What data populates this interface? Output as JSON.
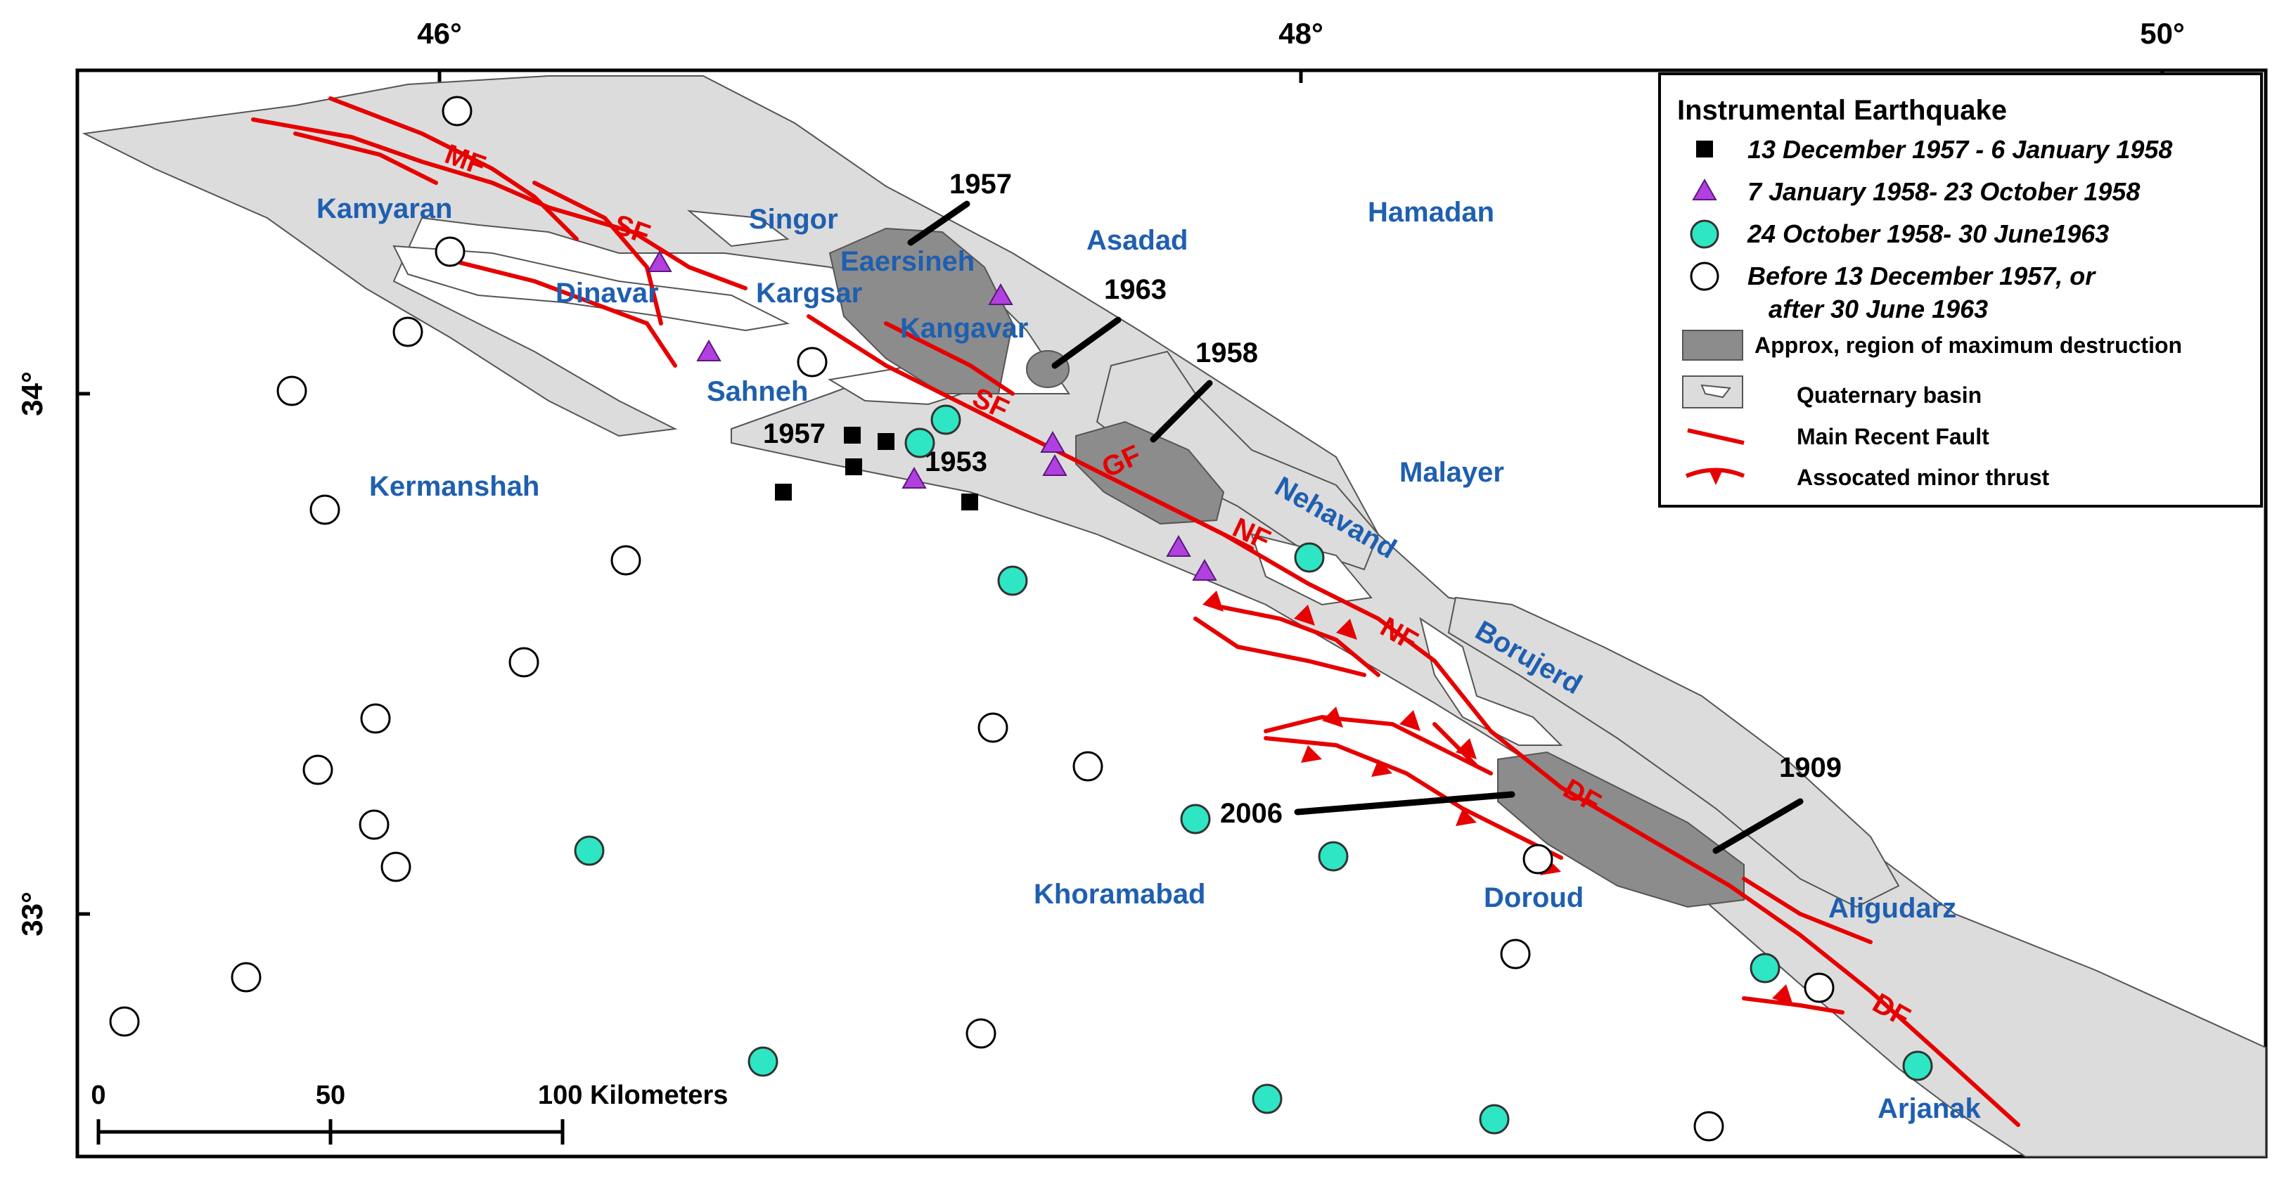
{
  "axes": {
    "top_ticks": [
      "46°",
      "48°",
      "50°"
    ],
    "left_ticks": [
      "34°",
      "33°"
    ]
  },
  "legend": {
    "title": "Instrumental Earthquake",
    "items": [
      {
        "symbol": "black-square",
        "label": "13 December 1957 - 6 January 1958"
      },
      {
        "symbol": "purple-triangle",
        "label": "7 January 1958- 23 October 1958"
      },
      {
        "symbol": "cyan-circle",
        "label": "24 October 1958- 30 June1963"
      },
      {
        "symbol": "white-circle",
        "label_line1": "Before 13 December 1957, or",
        "label_line2": "after 30 June 1963"
      },
      {
        "symbol": "dark-gray-box",
        "label": "Approx, region of maximum destruction"
      },
      {
        "symbol": "light-gray-basin",
        "label": "Quaternary basin"
      },
      {
        "symbol": "red-line",
        "label": "Main Recent Fault"
      },
      {
        "symbol": "red-thrust",
        "label": "Assocated minor thrust"
      }
    ]
  },
  "places": {
    "kamyaran": "Kamyaran",
    "singor": "Singor",
    "asadad": "Asadad",
    "hamadan": "Hamadan",
    "eaersineh": "Eaersineh",
    "dinavar": "Dinavar",
    "kargsar": "Kargsar",
    "kangavar": "Kangavar",
    "sahneh": "Sahneh",
    "kermanshah": "Kermanshah",
    "malayer": "Malayer",
    "nehavand": "Nehavand",
    "borujerd": "Borujerd",
    "khoramabad": "Khoramabad",
    "doroud": "Doroud",
    "aligudarz": "Aligudarz",
    "arjanak": "Arjanak"
  },
  "faults": {
    "mf": "MF",
    "sf1": "SF",
    "sf2": "SF",
    "gf": "GF",
    "nf1": "NF",
    "nf2": "NF",
    "df1": "DF",
    "df2": "DF"
  },
  "years": {
    "y1957_top": "1957",
    "y1963": "1963",
    "y1958": "1958",
    "y1957_left": "1957",
    "y1953": "1953",
    "y2006": "2006",
    "y1909": "1909"
  },
  "scale_bar": {
    "tick0": "0",
    "tick50": "50",
    "tick100": "100 Kilometers"
  },
  "colors": {
    "basin": "#dcdcdc",
    "destruction": "#8c8c8c",
    "fault": "#e60000",
    "place_label": "#1f5fb0",
    "cyan_event": "#2ee6c4",
    "purple_event": "#b23fe0"
  }
}
